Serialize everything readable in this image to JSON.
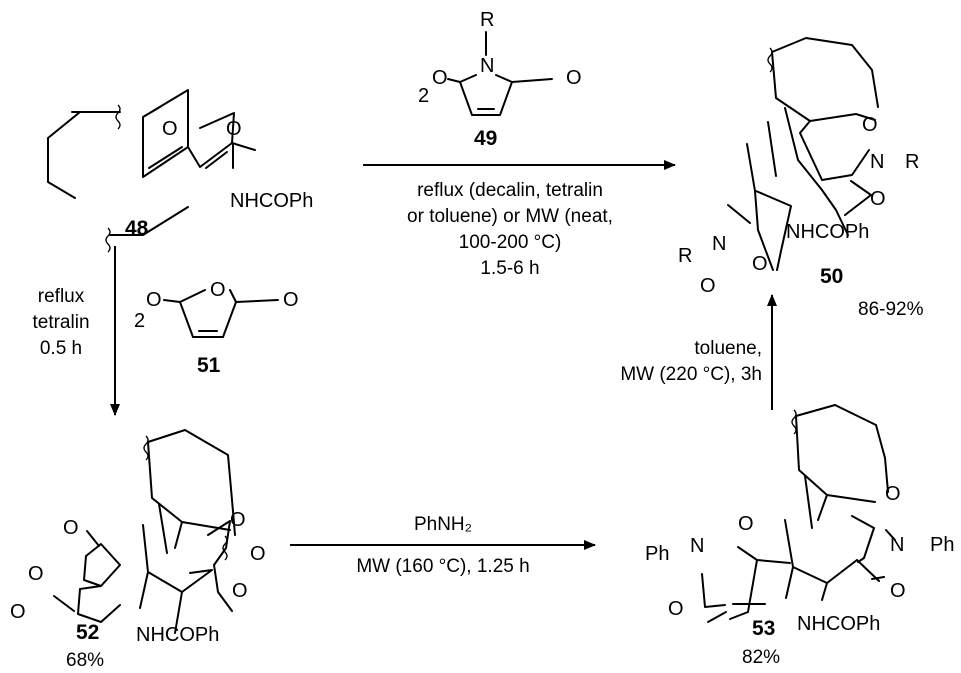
{
  "compounds": {
    "c48": {
      "number": "48",
      "substituent": "NHCOPh"
    },
    "c49": {
      "number": "49",
      "equiv": "2",
      "n_substituent": "R"
    },
    "c50": {
      "number": "50",
      "substituent": "NHCOPh",
      "n_substituent": "R",
      "yield": "86-92%"
    },
    "c51": {
      "number": "51",
      "equiv": "2"
    },
    "c52": {
      "number": "52",
      "substituent": "NHCOPh",
      "yield": "68%"
    },
    "c53": {
      "number": "53",
      "substituent": "NHCOPh",
      "n_substituent": "Ph",
      "yield": "82%"
    }
  },
  "atoms": {
    "oxygen": "O",
    "nitrogen": "N"
  },
  "conditions": {
    "to_50": [
      "reflux (decalin, tetralin",
      "or toluene) or MW (neat,",
      "100-200 °C)",
      "1.5-6 h"
    ],
    "to_52": [
      "reflux",
      "tetralin",
      "0.5 h"
    ],
    "to_53_above": "PhNH₂",
    "to_53_below": "MW (160 °C), 1.25 h",
    "53_to_50": [
      "toluene,",
      "MW (220 °C), 3h"
    ]
  }
}
